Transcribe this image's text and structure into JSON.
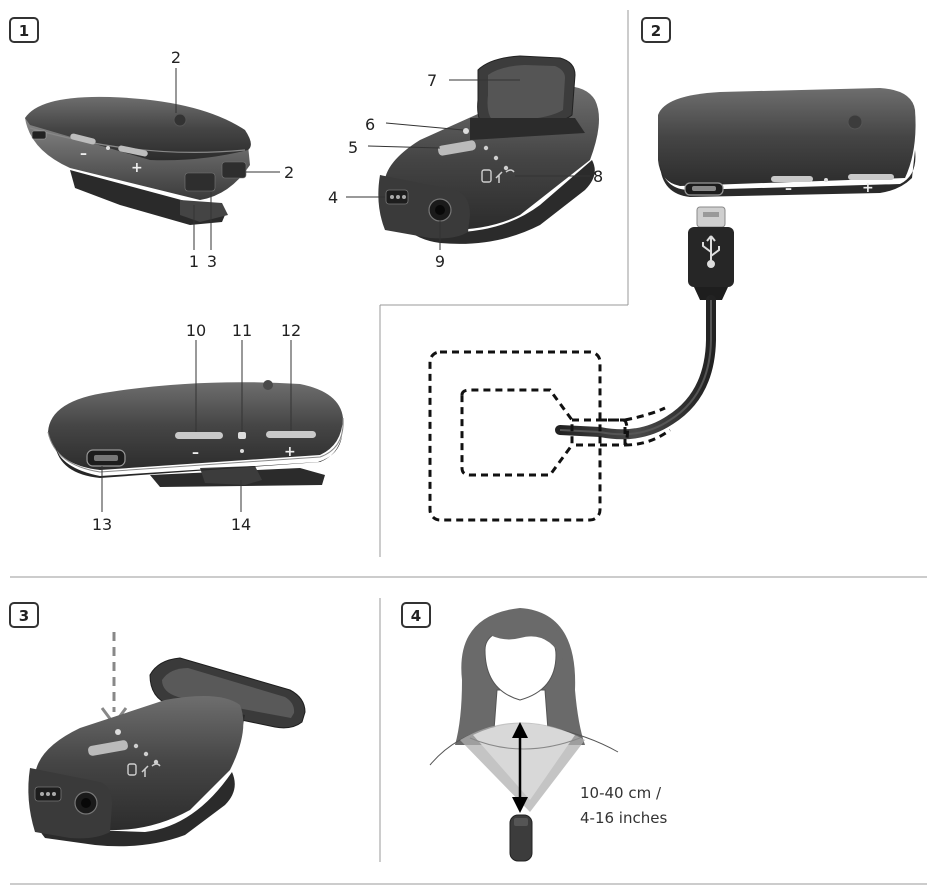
{
  "steps": [
    "1",
    "2",
    "3",
    "4"
  ],
  "callouts": [
    "2",
    "2",
    "1",
    "3",
    "7",
    "6",
    "5",
    "4",
    "8",
    "9",
    "10",
    "11",
    "12",
    "13",
    "14"
  ],
  "button_symbols": {
    "minus": "–",
    "plus": "+"
  },
  "distance": {
    "line1": "10-40 cm /",
    "line2": "4-16 inches"
  },
  "colors": {
    "device_dark": "#3b3b3b",
    "device_mid": "#5a5a5a",
    "accent_grey": "#9a9a9a"
  }
}
